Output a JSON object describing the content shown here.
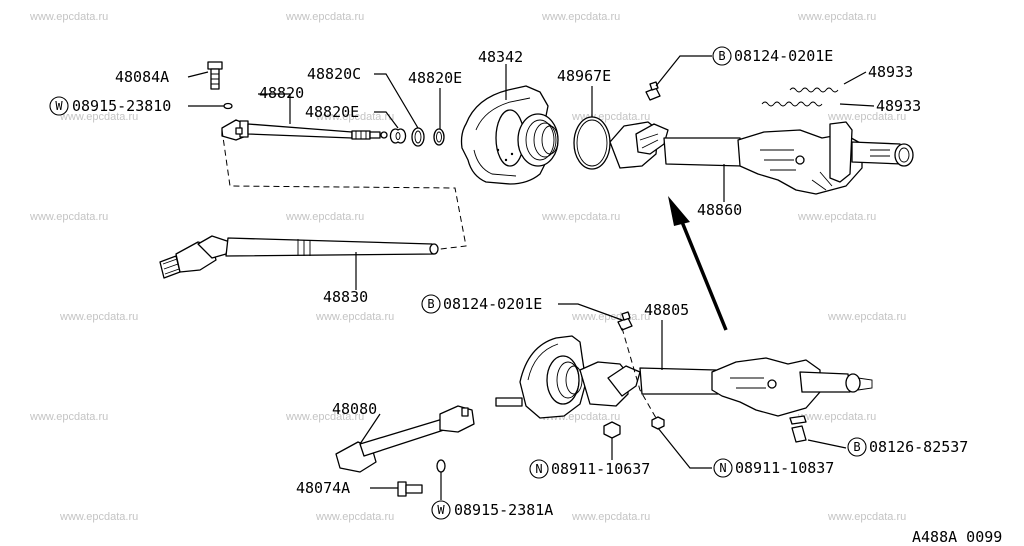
{
  "watermark": "www.epcdata.ru",
  "figure_code": "A488A 0099",
  "labels": {
    "p48084A": "48084A",
    "p08915_23810": "08915-23810",
    "p48820": "48820",
    "p48820C": "48820C",
    "p48820E_top": "48820E",
    "p48820E_mid": "48820E",
    "p48342": "48342",
    "p48967E": "48967E",
    "p08124_top": "08124-0201E",
    "p48933_a": "48933",
    "p48933_b": "48933",
    "p48860": "48860",
    "p48830": "48830",
    "p08124_mid": "08124-0201E",
    "p48805": "48805",
    "p48080": "48080",
    "p48074A": "48074A",
    "p08915_2381A": "08915-2381A",
    "p08911_10637": "08911-10637",
    "p08911_10837": "08911-10837",
    "p08126_82537": "08126-82537"
  },
  "badges": {
    "w1": "W",
    "b1": "B",
    "b2": "B",
    "n1": "N",
    "n2": "N",
    "b3": "B",
    "w2": "W"
  }
}
